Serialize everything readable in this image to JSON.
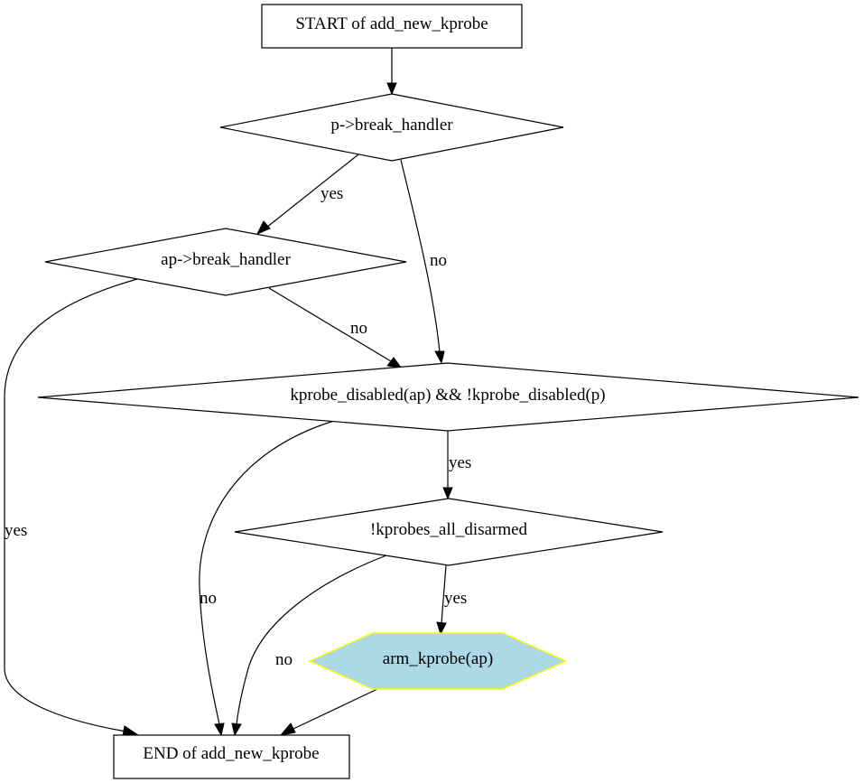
{
  "nodes": {
    "start": {
      "label": "START of add_new_kprobe",
      "shape": "box"
    },
    "p_break": {
      "label": "p->break_handler",
      "shape": "diamond"
    },
    "ap_break": {
      "label": "ap->break_handler",
      "shape": "diamond"
    },
    "disabled_check": {
      "label": "kprobe_disabled(ap) && !kprobe_disabled(p)",
      "shape": "diamond"
    },
    "all_disarmed": {
      "label": "!kprobes_all_disarmed",
      "shape": "diamond"
    },
    "arm": {
      "label": "arm_kprobe(ap)",
      "shape": "hexagon",
      "fill": "#add8e6",
      "stroke": "#ffff00"
    },
    "end": {
      "label": "END of add_new_kprobe",
      "shape": "box"
    }
  },
  "edges": {
    "p_yes": "yes",
    "p_no": "no",
    "ap_no": "no",
    "ap_yes": "yes",
    "dis_yes": "yes",
    "dis_no": "no",
    "arm_yes": "yes",
    "arm_no": "no"
  },
  "colors": {
    "arm_fill": "#add8e6",
    "arm_stroke": "#ffff00"
  }
}
